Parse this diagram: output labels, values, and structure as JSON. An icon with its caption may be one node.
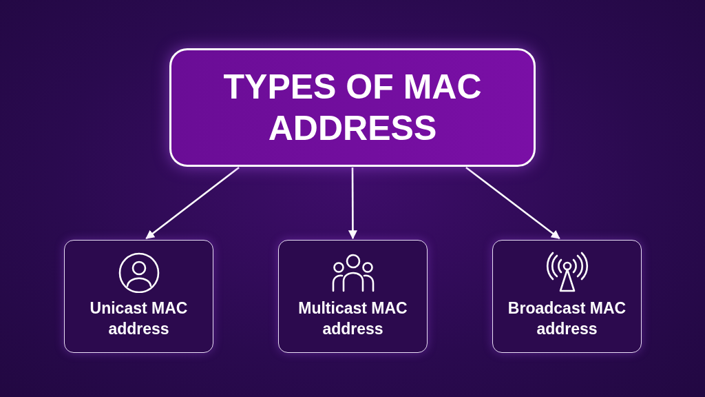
{
  "diagram": {
    "nodes": [
      {
        "text": [
          "TYPES OF MAC ADDRESS"
        ]
      },
      {
        "text": [
          "Unicast MAC address"
        ]
      },
      {
        "text": [
          "Multicast MAC address"
        ]
      },
      {
        "text": [
          "Broadcast MAC address"
        ]
      }
    ],
    "edges": [
      {
        "from": 0,
        "to": 1,
        "arrow": "to"
      },
      {
        "from": 0,
        "to": 2,
        "arrow": "to"
      },
      {
        "from": 0,
        "to": 3,
        "arrow": "to"
      }
    ]
  }
}
